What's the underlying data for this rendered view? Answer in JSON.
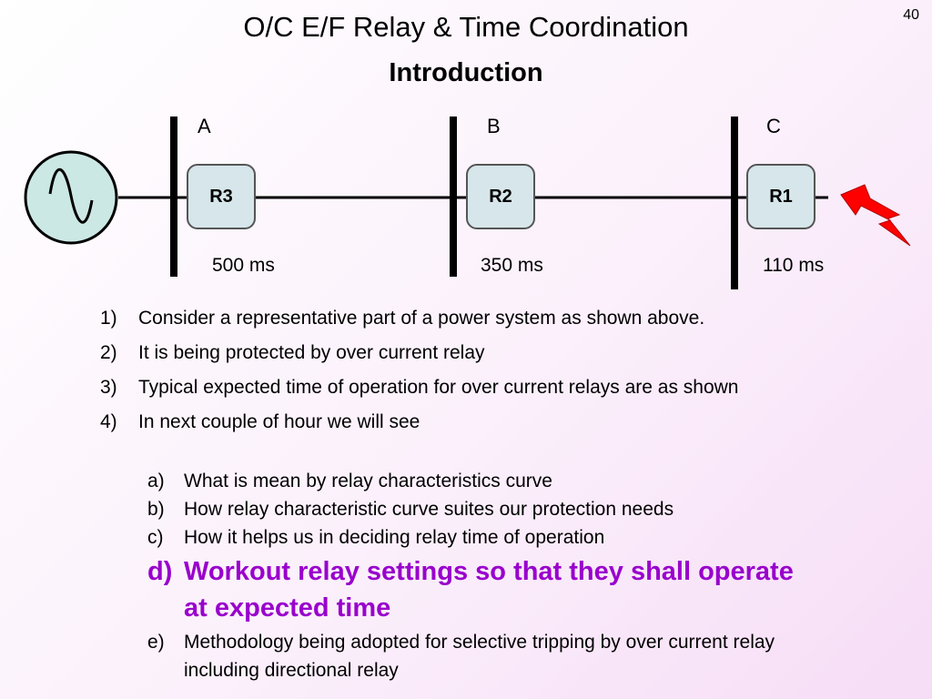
{
  "page_number": "40",
  "title": "O/C E/F Relay & Time Coordination",
  "subtitle": "Introduction",
  "diagram": {
    "buses": [
      "A",
      "B",
      "C"
    ],
    "relays": [
      {
        "label": "R3",
        "time": "500 ms"
      },
      {
        "label": "R2",
        "time": "350 ms"
      },
      {
        "label": "R1",
        "time": "110 ms"
      }
    ],
    "colors": {
      "relay_fill": "#d6e6ea",
      "source_fill": "#cce8e4",
      "fault_fill": "#ff0000",
      "highlight": "#9900cc"
    },
    "icons": [
      "ac-source-icon",
      "lightning-fault-icon"
    ]
  },
  "points": [
    {
      "num": "1)",
      "text": "Consider a representative part of a power system as shown above."
    },
    {
      "num": "2)",
      "text": "It is being protected by over current relay"
    },
    {
      "num": "3)",
      "text": "Typical expected time of operation for over current relays are as shown"
    },
    {
      "num": "4)",
      "text": "In next couple of hour we will see"
    }
  ],
  "subpoints": [
    {
      "num": "a)",
      "text": "What is mean by relay characteristics curve"
    },
    {
      "num": "b)",
      "text": "How relay characteristic curve suites our protection needs"
    },
    {
      "num": "c)",
      "text": "How it helps us in deciding relay time of operation"
    },
    {
      "num": "d)",
      "text": "Workout relay settings so that they shall operate at expected time"
    },
    {
      "num": "e)",
      "text": "Methodology being adopted for selective tripping by over current relay including directional relay"
    }
  ]
}
